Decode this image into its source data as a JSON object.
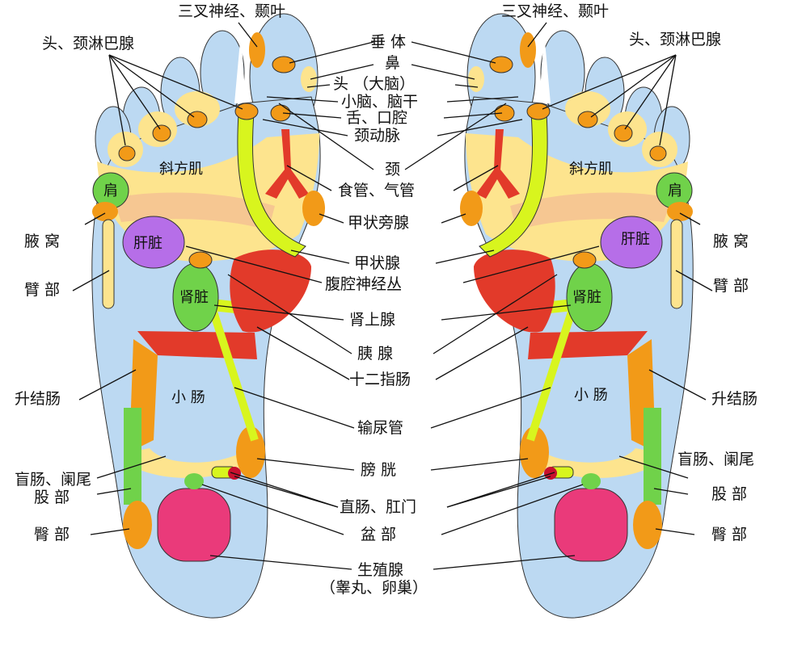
{
  "labels": {
    "trigeminal": "三叉神经、颞叶",
    "lymph": "头、颈淋巴腺",
    "pituitary": "垂 体",
    "nose": "鼻",
    "brain": "头 （大脑）",
    "cerebellum": "小脑、脑干",
    "tongue": "舌、口腔",
    "carotid": "颈动脉",
    "neck": "颈",
    "esophagus": "食管、气管",
    "trapezius": "斜方肌",
    "shoulder": "肩",
    "parathyroid": "甲状旁腺",
    "axilla": "腋 窝",
    "liver": "肝脏",
    "thyroid": "甲状腺",
    "arm": "臂 部",
    "celiac": "腹腔神经丛",
    "kidney": "肾脏",
    "adrenal": "肾上腺",
    "pancreas": "胰 腺",
    "duodenum": "十二指肠",
    "ascending_colon": "升结肠",
    "small_intestine": "小 肠",
    "ureter": "输尿管",
    "bladder": "膀 胱",
    "appendix": "盲肠、阑尾",
    "thigh": "股 部",
    "rectum": "直肠、肛门",
    "pelvis": "盆 部",
    "buttock": "臀 部",
    "gonad": "生殖腺",
    "gonad_note": "（睾丸、卵巢）"
  },
  "colors": {
    "sole": "#bcd9f2",
    "outline": "#333333",
    "yellow": "#fde48e",
    "peach": "#f6c792",
    "orange": "#f29a18",
    "green": "#70d24a",
    "lime": "#d8f51e",
    "red": "#e23a2a",
    "purple": "#b66ee8",
    "pink": "#ea3a7a"
  }
}
